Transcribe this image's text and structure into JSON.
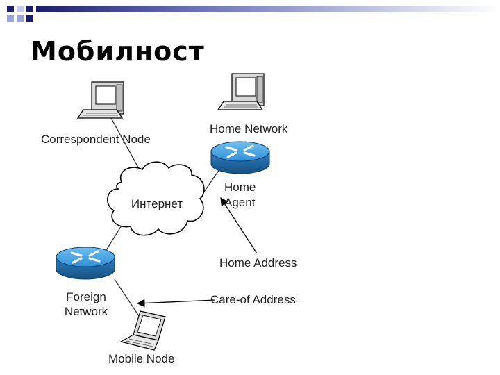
{
  "slide": {
    "title": "Мобилност"
  },
  "diagram": {
    "cloud_label": "Интернет",
    "correspondent_node": "Correspondent Node",
    "home_network": "Home Network",
    "home_agent_line1": "Home",
    "home_agent_line2": "Agent",
    "home_address": "Home Address",
    "care_of_address": "Care-of Address",
    "foreign_network_line1": "Foreign",
    "foreign_network_line2": "Network",
    "mobile_node": "Mobile Node"
  },
  "colors": {
    "deco_navy": "#1b1f6b",
    "deco_periwinkle": "#9da4d8",
    "router_blue": "#2f8fd6",
    "router_dark": "#1a5f9c"
  },
  "icons": [
    "computer-icon",
    "router-icon",
    "laptop-icon",
    "cloud-icon",
    "arrow-icon"
  ]
}
